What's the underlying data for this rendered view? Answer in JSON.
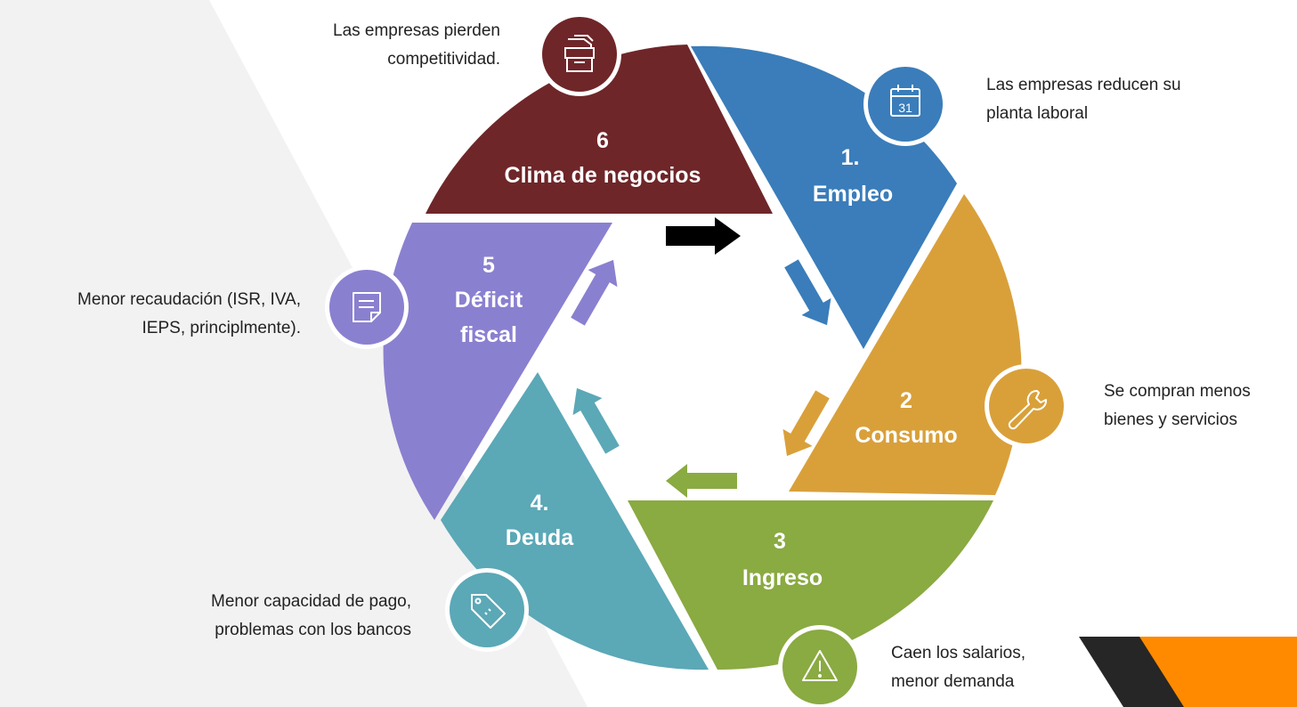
{
  "segments": [
    {
      "number": "1.",
      "title": "Empleo",
      "color": "#3A7DBA",
      "description": [
        "Las empresas reducen su",
        "planta laboral"
      ],
      "icon": "calendar-icon"
    },
    {
      "number": "2",
      "title": "Consumo",
      "color": "#D9A03A",
      "description": [
        "Se compran menos",
        "bienes y servicios"
      ],
      "icon": "wrench-icon"
    },
    {
      "number": "3",
      "title": "Ingreso",
      "color": "#8AAA42",
      "description": [
        "Caen los salarios,",
        "menor demanda"
      ],
      "icon": "warning-icon"
    },
    {
      "number": "4.",
      "title": "Deuda",
      "color": "#5BA8B7",
      "description": [
        "Menor capacidad de pago,",
        "problemas con los bancos"
      ],
      "icon": "tag-icon"
    },
    {
      "number": "5",
      "title_lines": [
        "Déficit",
        "fiscal"
      ],
      "color": "#8A80D0",
      "description": [
        "Menor recaudación (ISR, IVA,",
        "IEPS, principlmente)."
      ],
      "icon": "note-icon"
    },
    {
      "number": "6",
      "title": "Clima de negocios",
      "color": "#6F2629",
      "description": [
        "Las empresas pierden",
        "competitividad."
      ],
      "icon": "archive-box-icon"
    }
  ],
  "colors": {
    "background_panel": "#F2F2F2",
    "corner_dark": "#262626",
    "corner_orange": "#FF8A00",
    "arrow_black": "#000000"
  }
}
